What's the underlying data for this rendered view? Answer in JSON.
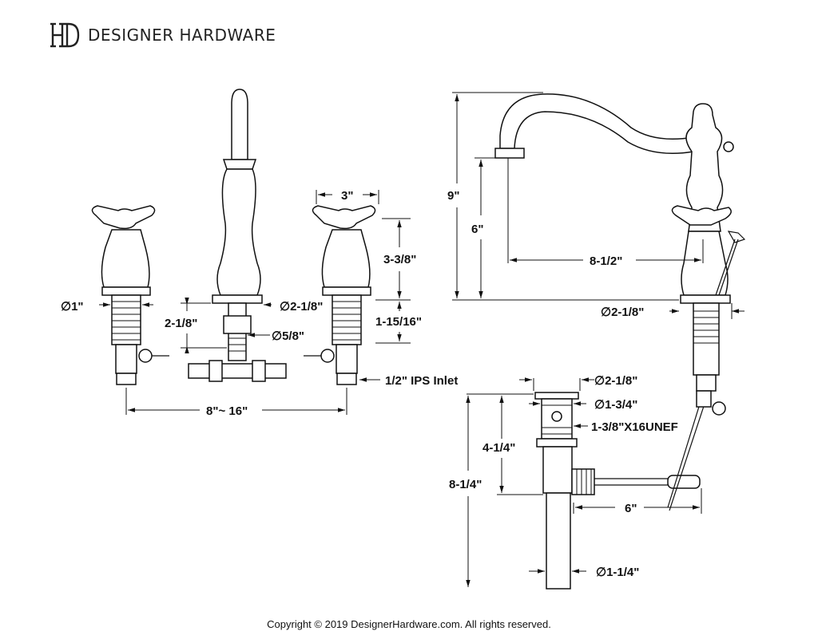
{
  "brand": {
    "name": "DESIGNER HARDWARE",
    "logo_icon": "dh-monogram-icon"
  },
  "copyright": "Copyright © 2019 DesignerHardware.com. All rights reserved.",
  "dimensions": {
    "front": {
      "handle_spacing": "3\"",
      "handle_height": "3-3/8\"",
      "shank_length": "1-15/16\"",
      "shank_diameter": "∅1\"",
      "spout_base_diameter": "∅2-1/8\"",
      "spout_shank_length": "2-1/8\"",
      "spout_shank_diameter": "∅5/8\"",
      "inlet": "1/2\" IPS Inlet",
      "center_spread": "8\"~ 16\""
    },
    "side": {
      "total_height": "9\"",
      "spout_height": "6\"",
      "spout_reach": "8-1/2\"",
      "base_diameter": "∅2-1/8\""
    },
    "drain": {
      "flange_diameter": "∅2-1/8\"",
      "cap_diameter": "∅1-3/4\"",
      "thread": "1-3/8\"X16UNEF",
      "body_height": "4-1/4\"",
      "total_height": "8-1/4\"",
      "rod_length": "6\"",
      "tailpiece_diameter": "∅1-1/4\""
    }
  }
}
